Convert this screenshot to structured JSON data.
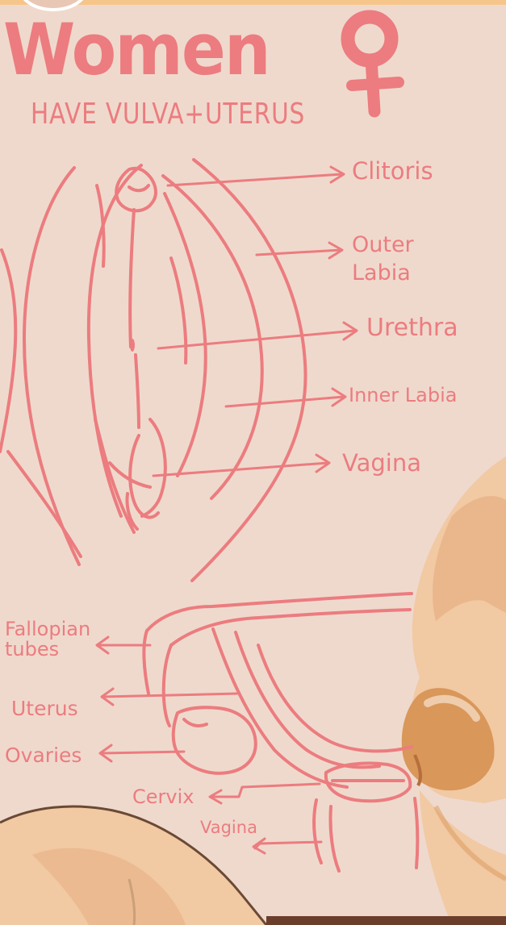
{
  "title": "Women",
  "subtitle": "HAVE VULVA+UTERUS",
  "vulva_labels": {
    "clitoris": "Clitoris",
    "outer_labia": "Outer Labia",
    "urethra": "Urethra",
    "inner_labia": "Inner Labia",
    "vagina": "Vagina"
  },
  "uterus_labels": {
    "fallopian_tubes": "Fallopian tubes",
    "uterus": "Uterus",
    "ovaries": "Ovaries",
    "cervix": "Cervix",
    "vagina": "Vagina"
  },
  "colors": {
    "background": "#efd9cd",
    "ink": "#ec7c7f",
    "skin_light": "#f1c9a3",
    "skin_shadow": "#d9975a",
    "top_border": "#f6c58a"
  },
  "icons": [
    "female-symbol-icon"
  ]
}
